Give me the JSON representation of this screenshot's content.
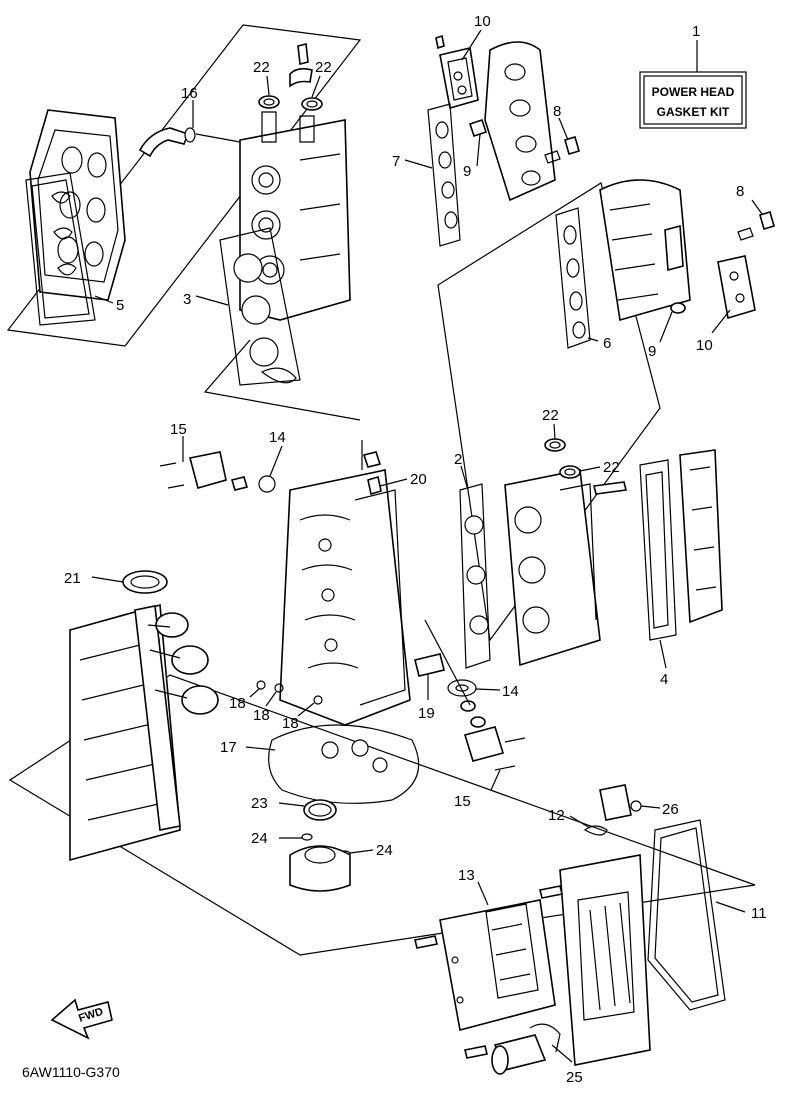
{
  "kit_box": {
    "line1": "POWER HEAD",
    "line2": "GASKET KIT"
  },
  "diagram_code": "6AW1110-G370",
  "fwd_label": "FWD",
  "callouts": {
    "c1": "1",
    "c2": "2",
    "c3": "3",
    "c4": "4",
    "c5": "5",
    "c6": "6",
    "c7": "7",
    "c8a": "8",
    "c8b": "8",
    "c9a": "9",
    "c9b": "9",
    "c10a": "10",
    "c10b": "10",
    "c11": "11",
    "c12": "12",
    "c13": "13",
    "c14a": "14",
    "c14b": "14",
    "c15a": "15",
    "c15b": "15",
    "c16": "16",
    "c17": "17",
    "c18a": "18",
    "c18b": "18",
    "c18c": "18",
    "c19": "19",
    "c20": "20",
    "c21": "21",
    "c22a": "22",
    "c22b": "22",
    "c22c": "22",
    "c22d": "22",
    "c23": "23",
    "c24a": "24",
    "c24b": "24",
    "c25": "25",
    "c26": "26"
  }
}
